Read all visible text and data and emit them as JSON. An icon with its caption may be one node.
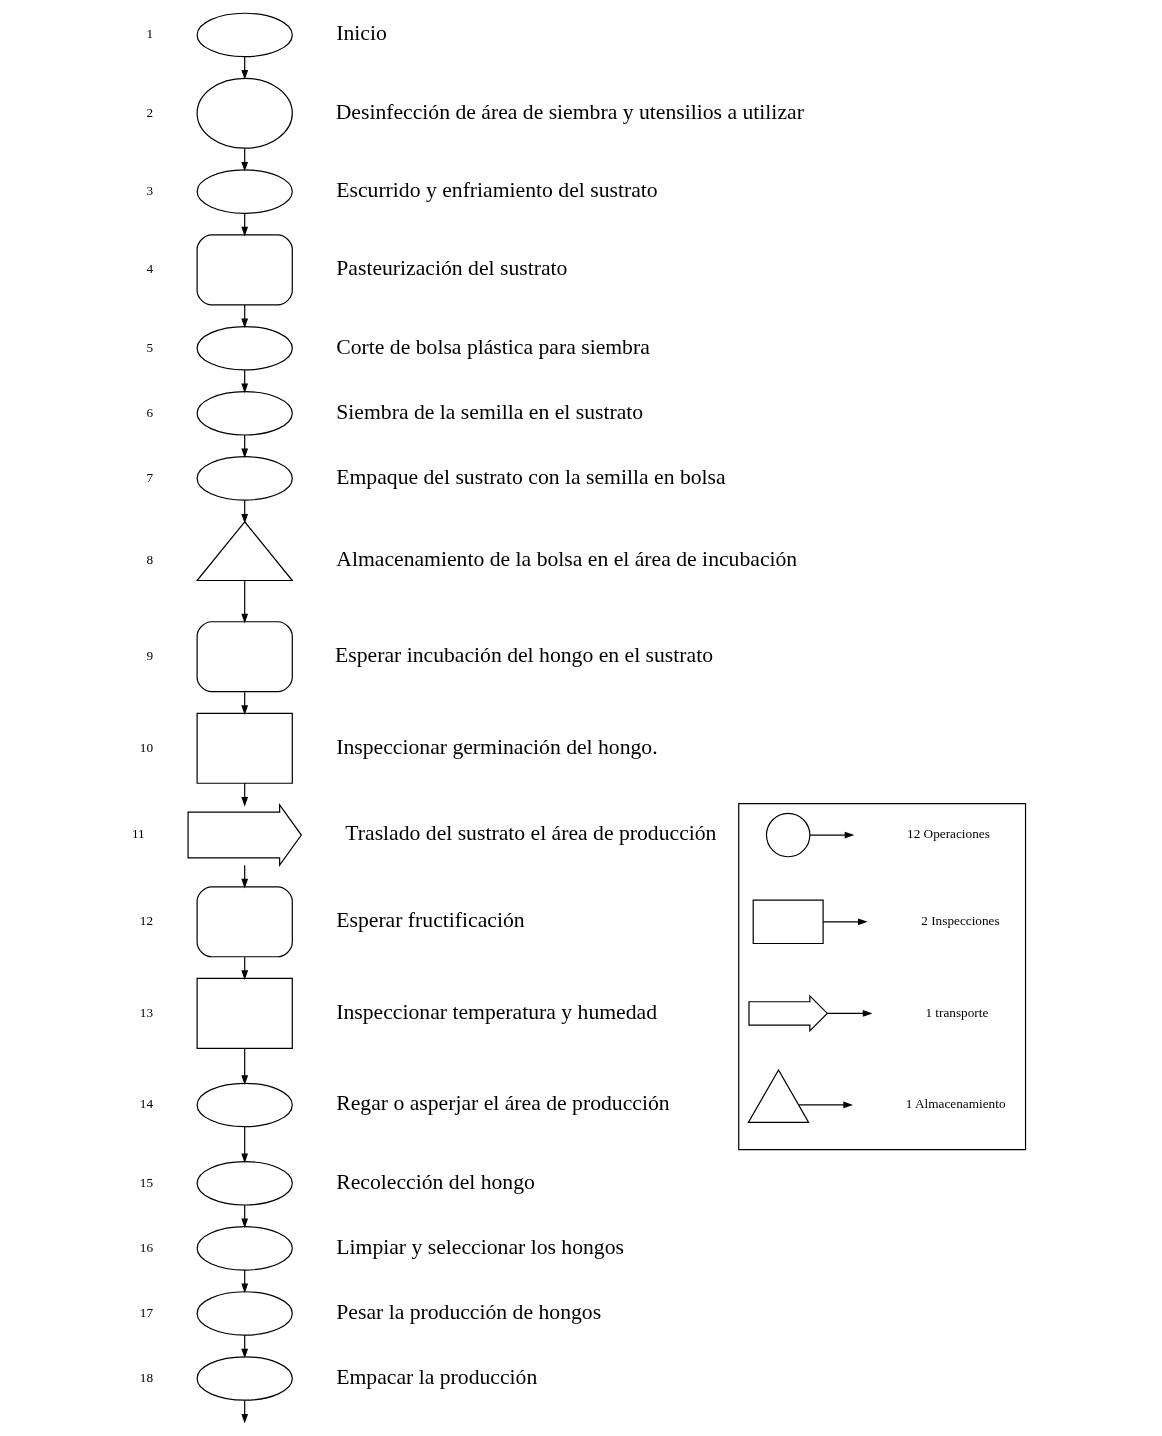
{
  "diagram": {
    "nodes": [
      {
        "text": [],
        "shape": "ellipse",
        "beside": [
          "1",
          "Inicio"
        ]
      },
      {
        "text": [],
        "shape": "circle",
        "beside": [
          "2",
          "Desinfección de área de siembra y utensilios a utilizar"
        ]
      },
      {
        "text": [],
        "shape": "ellipse",
        "beside": [
          "3",
          "Escurrido y enfriamiento del sustrato"
        ]
      },
      {
        "text": [],
        "shape": "delay",
        "beside": [
          "4",
          "Pasteurización del sustrato"
        ]
      },
      {
        "text": [],
        "shape": "ellipse",
        "beside": [
          "5",
          "Corte de bolsa plástica para siembra"
        ]
      },
      {
        "text": [],
        "shape": "ellipse",
        "beside": [
          "6",
          "Siembra de la semilla en el sustrato"
        ]
      },
      {
        "text": [],
        "shape": "ellipse",
        "beside": [
          "7",
          "Empaque del sustrato con la semilla en bolsa"
        ]
      },
      {
        "text": [],
        "shape": "triangle",
        "beside": [
          "8",
          "Almacenamiento de la bolsa en el área de incubación"
        ]
      },
      {
        "text": [],
        "shape": "delay",
        "beside": [
          "9",
          "Esperar incubación del hongo en el sustrato"
        ]
      },
      {
        "text": [],
        "shape": "box",
        "beside": [
          "10",
          "Inspeccionar germinación del hongo."
        ]
      },
      {
        "text": [],
        "shape": "arrow",
        "beside": [
          "11",
          "Traslado del sustrato el área de producción"
        ]
      },
      {
        "text": [],
        "shape": "delay",
        "beside": [
          "12",
          "Esperar fructificación"
        ]
      },
      {
        "text": [],
        "shape": "box",
        "beside": [
          "13",
          "Inspeccionar temperatura y humedad"
        ]
      },
      {
        "text": [],
        "shape": "ellipse",
        "beside": [
          "14",
          "Regar o asperjar el área de producción"
        ]
      },
      {
        "text": [],
        "shape": "ellipse",
        "beside": [
          "15",
          "Recolección del hongo"
        ]
      },
      {
        "text": [],
        "shape": "ellipse",
        "beside": [
          "16",
          "Limpiar y seleccionar los hongos"
        ]
      },
      {
        "text": [],
        "shape": "ellipse",
        "beside": [
          "17",
          "Pesar la producción de hongos"
        ]
      },
      {
        "text": [],
        "shape": "ellipse",
        "beside": [
          "18",
          "Empacar la producción"
        ]
      },
      {
        "text": [],
        "shape": "box"
      },
      {
        "text": [],
        "shape": "circle",
        "in": 18
      },
      {
        "text": [],
        "shape": "box",
        "in": 18
      },
      {
        "text": [],
        "shape": "arrow",
        "in": 18
      },
      {
        "text": [],
        "shape": "triangle",
        "in": 18
      }
    ],
    "edges": [
      {
        "from": 0,
        "to": 1,
        "arrow": "to"
      },
      {
        "from": 1,
        "to": 2,
        "arrow": "to"
      },
      {
        "from": 2,
        "to": 3,
        "arrow": "to"
      },
      {
        "from": 3,
        "to": 4,
        "arrow": "to"
      },
      {
        "from": 4,
        "to": 5,
        "arrow": "to"
      },
      {
        "from": 5,
        "to": 6,
        "arrow": "to"
      },
      {
        "from": 6,
        "to": 7,
        "arrow": "to"
      },
      {
        "from": 7,
        "to": 8,
        "arrow": "to"
      },
      {
        "from": 8,
        "to": 9,
        "arrow": "to"
      },
      {
        "from": 9,
        "to": 10,
        "arrow": "to"
      },
      {
        "from": 10,
        "to": 11,
        "arrow": "to"
      },
      {
        "from": 11,
        "to": 12,
        "arrow": "to"
      },
      {
        "from": 12,
        "to": 13,
        "arrow": "to"
      },
      {
        "from": 13,
        "to": 14,
        "arrow": "to"
      },
      {
        "from": 14,
        "to": 15,
        "arrow": "to"
      },
      {
        "from": 15,
        "to": 16,
        "arrow": "to"
      },
      {
        "from": 16,
        "to": 17,
        "arrow": "to"
      },
      {
        "from": 17,
        "to": null,
        "arrow": "to"
      },
      {
        "from": 19,
        "to": null,
        "arrow": "to"
      },
      {
        "from": 20,
        "to": null,
        "arrow": "to"
      },
      {
        "from": 21,
        "to": null,
        "arrow": "to"
      },
      {
        "from": 22,
        "to": null,
        "arrow": "to"
      }
    ],
    "legend": [
      {
        "text": "12 Operaciones"
      },
      {
        "text": "2 Inspecciones"
      },
      {
        "text": "1 transporte"
      },
      {
        "text": "1 Almacenamiento"
      }
    ]
  }
}
